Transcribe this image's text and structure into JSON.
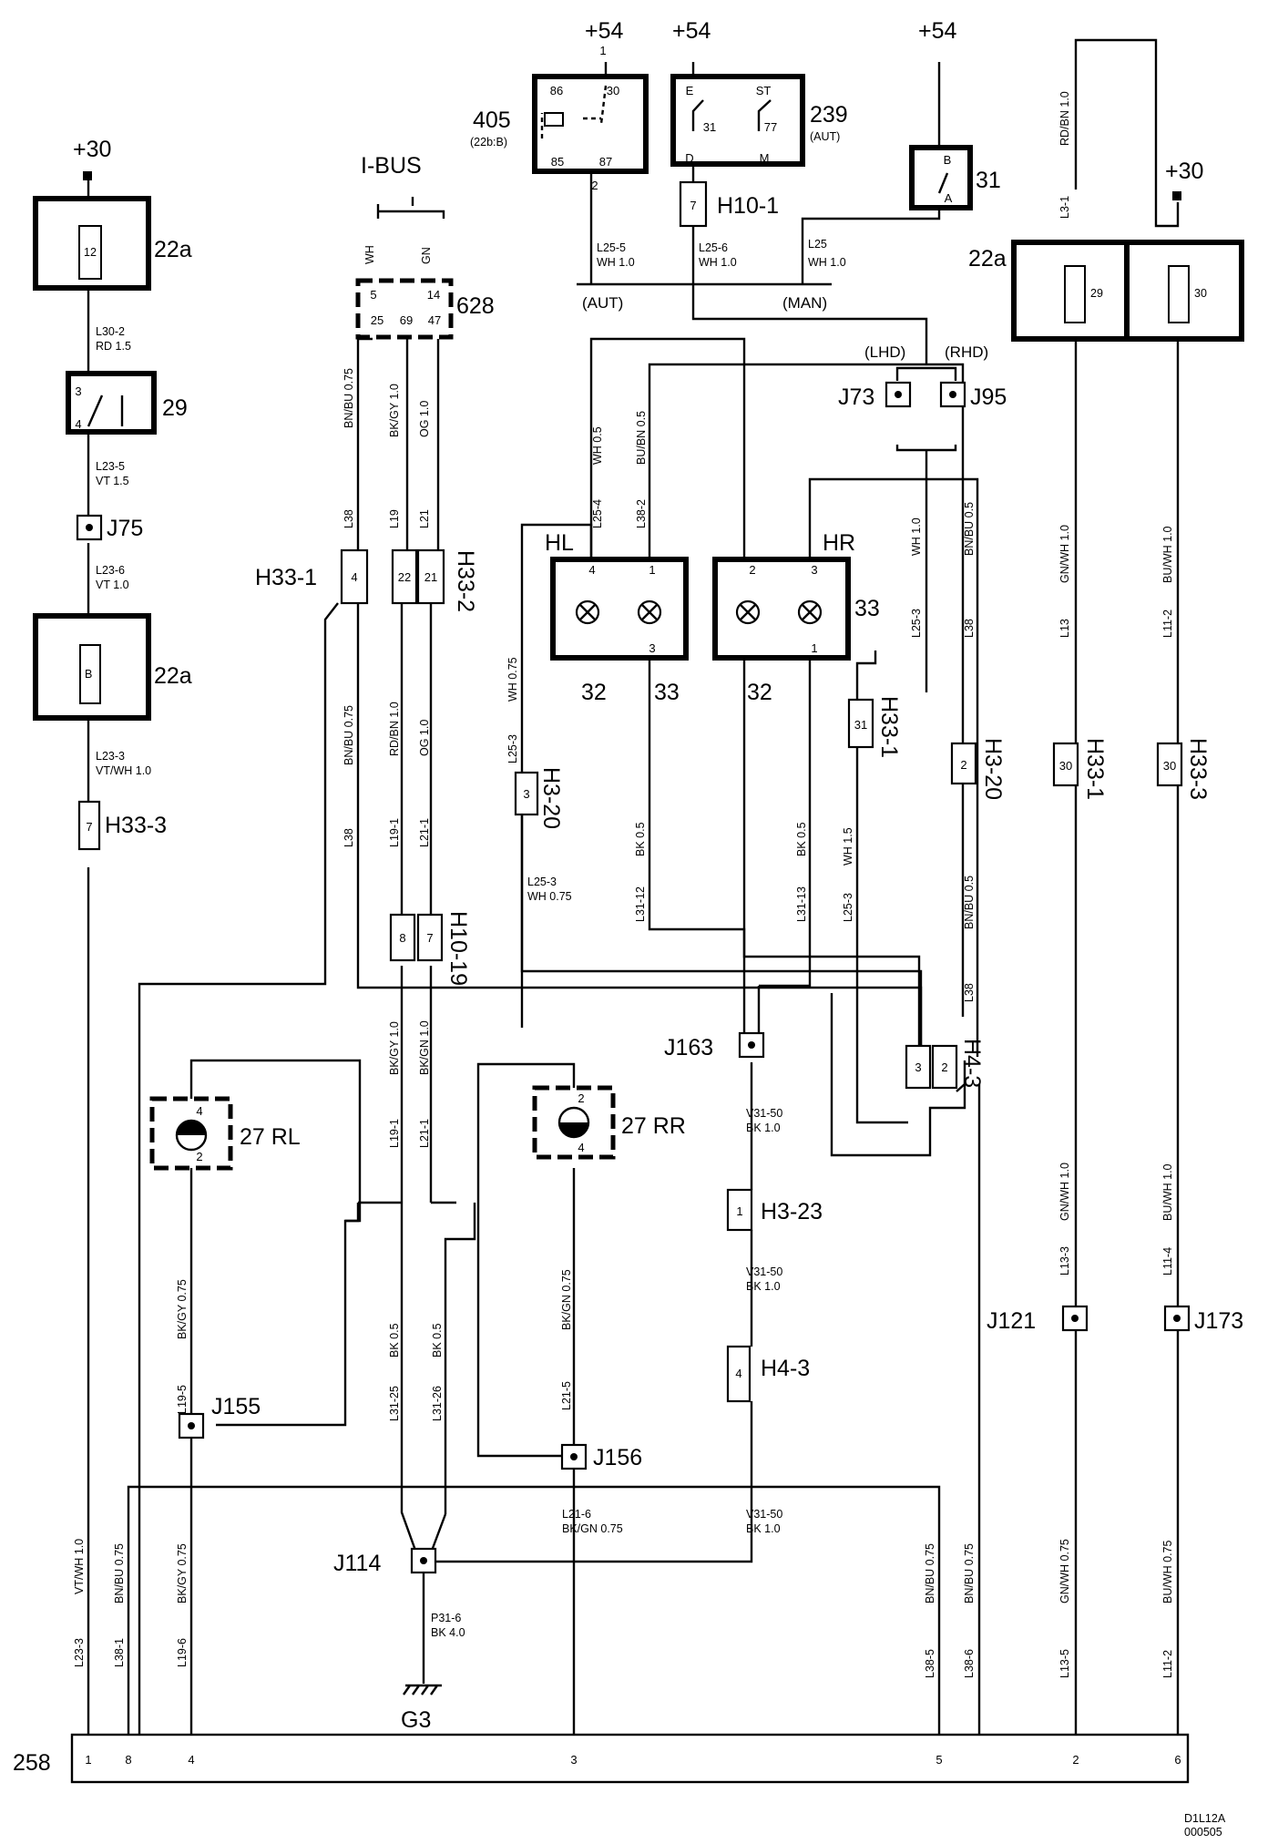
{
  "supplies": {
    "p54": "+54",
    "p30": "+30"
  },
  "components": {
    "c405": "405",
    "c405_sub": "(22b:B)",
    "c239": "239",
    "c239_sub": "(AUT)",
    "c31": "31",
    "c22a": "22a",
    "c29": "29",
    "c628": "628",
    "ibus": "I-BUS",
    "c32": "32",
    "c33": "33",
    "hl": "HL",
    "hr": "HR",
    "c27rl": "27 RL",
    "c27rr": "27 RR",
    "c258": "258",
    "g3": "G3"
  },
  "fuses": {
    "f12": "12",
    "fB": "B",
    "f29": "29",
    "f30": "30"
  },
  "terminals": {
    "t86": "86",
    "t30": "30",
    "t85": "85",
    "t87": "87",
    "t1": "1",
    "t2": "2",
    "tE": "E",
    "tST": "ST",
    "t31": "31",
    "t77": "77",
    "tD": "D",
    "tM": "M",
    "tB": "B",
    "tA": "A",
    "t3": "3",
    "t4": "4",
    "t5": "5",
    "t14": "14",
    "t25": "25",
    "t69": "69",
    "t47": "47"
  },
  "connectors": {
    "h10_1": "H10-1",
    "h10_19": "H10-19",
    "h33_1": "H33-1",
    "h33_2": "H33-2",
    "h33_3": "H33-3",
    "h3_20": "H3-20",
    "h3_23": "H3-23",
    "h4_3": "H4-3"
  },
  "pins": {
    "p7": "7",
    "p4": "4",
    "p22": "22",
    "p21": "21",
    "p8": "8",
    "p3": "3",
    "p31": "31",
    "p2": "2",
    "p30": "30",
    "p1": "1",
    "p5": "5",
    "p6": "6"
  },
  "joints": {
    "j73": "J73",
    "j95": "J95",
    "j75": "J75",
    "j163": "J163",
    "j121": "J121",
    "j173": "J173",
    "j155": "J155",
    "j156": "J156",
    "j114": "J114"
  },
  "labels": {
    "aut": "(AUT)",
    "man": "(MAN)",
    "lhd": "(LHD)",
    "rhd": "(RHD)"
  },
  "wires": {
    "l30_2": "L30-2",
    "l30_2c": "RD      1.5",
    "l23_5": "L23-5",
    "l23_5c": "VT      1.5",
    "l23_6": "L23-6",
    "l23_6c": "VT      1.0",
    "l23_3": "L23-3",
    "l23_3c": "VT/WH      1.0",
    "l25_5": "L25-5",
    "l25_5c": "WH     1.0",
    "l25_6": "L25-6",
    "l25_6c": "WH     1.0",
    "l25": "L25",
    "l25c": "WH     1.0",
    "wh": "WH",
    "gn": "GN",
    "bnbu075": "BN/BU   0.75",
    "l38": "L38",
    "bkgy10": "BK/GY   1.0",
    "l19": "L19",
    "og10": "OG   1.0",
    "l21": "L21",
    "rdbn10": "RD/BN   1.0",
    "l19_1": "L19-1",
    "l21_1": "L21-1",
    "wh05": "WH   0.5",
    "l25_4": "L25-4",
    "bubn05": "BU/BN   0.5",
    "l38_2": "L38-2",
    "wh10": "WH   1.0",
    "l25_3": "L25-3",
    "bnbu05": "BN/BU   0.5",
    "rdbn_top": "RD/BN   1.0",
    "l3_1": "L3-1",
    "gnwh10": "GN/WH   1.0",
    "l13": "L13",
    "buwh10": "BU/WH   1.0",
    "l11_2": "L11-2",
    "wh075": "WH   0.75",
    "l25_3b": "L25-3",
    "l25_3bc": "WH     0.75",
    "bk05": "BK   0.5",
    "l31_12": "L31-12",
    "l31_13": "L31-13",
    "wh15": "WH   1.5",
    "v31_50": "V31-50",
    "v31_50c": "BK   1.0",
    "bkgn10": "BK/GN   1.0",
    "l13_3": "L13-3",
    "l11_4": "L11-4",
    "bkgy075": "BK/GY   0.75",
    "l19_5": "L19-5",
    "bkgn075": "BK/GN   0.75",
    "l21_5": "L21-5",
    "l31_25": "L31-25",
    "l31_26": "L31-26",
    "l21_6": "L21-6",
    "l21_6c": "BK/GN   0.75",
    "p31_6": "P31-6",
    "p31_6c": "BK     4.0",
    "vtwh10": "VT/WH   1.0",
    "l38_1": "L38-1",
    "l19_6": "L19-6",
    "l38_5": "L38-5",
    "l38_6": "L38-6",
    "gnwh075": "GN/WH   0.75",
    "l13_5": "L13-5",
    "buwh075": "BU/WH   0.75"
  },
  "footer": {
    "code1": "D1L12A",
    "code2": "000505"
  }
}
